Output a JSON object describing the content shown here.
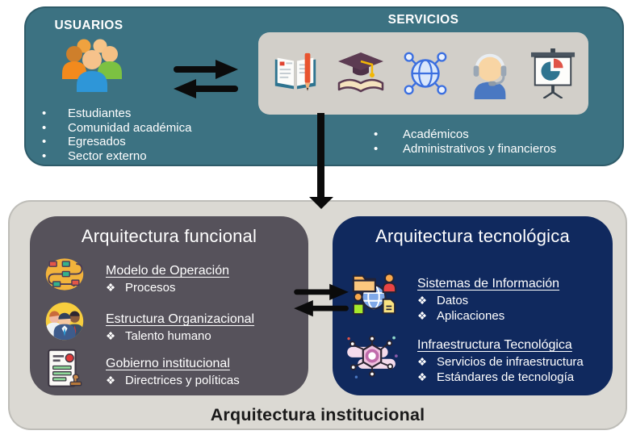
{
  "glyphs": {
    "dot": "•",
    "diamond": "❖"
  },
  "colors": {
    "teal_panel": "#3C7282",
    "services_tray": "#D2CFC9",
    "institutional_panel": "#DBD9D3",
    "funcional_panel": "#56525B",
    "tecnologica_panel": "#10295E",
    "arrow_black": "#0B0B0B",
    "text_light": "#FFFFFF",
    "text_dark": "#1A1A1A"
  },
  "top": {
    "usuarios": {
      "title": "USUARIOS",
      "icon": "users-group-icon",
      "items": [
        "Estudiantes",
        "Comunidad académica",
        "Egresados",
        "Sector externo"
      ]
    },
    "servicios": {
      "title": "SERVICIOS",
      "icons": [
        "book-pencil-icon",
        "graduation-cap-icon",
        "globe-network-icon",
        "support-agent-icon",
        "presentation-chart-icon"
      ],
      "items": [
        "Académicos",
        "Administrativos y financieros"
      ]
    }
  },
  "bottom": {
    "container_title": "Arquitectura institucional",
    "funcional": {
      "title": "Arquitectura funcional",
      "groups": [
        {
          "icon": "process-flow-icon",
          "heading": "Modelo de Operación",
          "items": [
            "Procesos"
          ]
        },
        {
          "icon": "team-icon",
          "heading": "Estructura Organizacional",
          "items": [
            "Talento humano"
          ]
        },
        {
          "icon": "document-stamp-icon",
          "heading": "Gobierno institucional",
          "items": [
            "Directrices y políticas"
          ]
        }
      ]
    },
    "tecnologica": {
      "title": "Arquitectura tecnológica",
      "groups": [
        {
          "icon": "information-systems-icon",
          "heading": "Sistemas de Información",
          "items": [
            "Datos",
            "Aplicaciones"
          ]
        },
        {
          "icon": "infrastructure-network-icon",
          "heading": "Infraestructura Tecnológica",
          "items": [
            "Servicios de infraestructura",
            "Estándares de tecnología"
          ]
        }
      ]
    }
  }
}
